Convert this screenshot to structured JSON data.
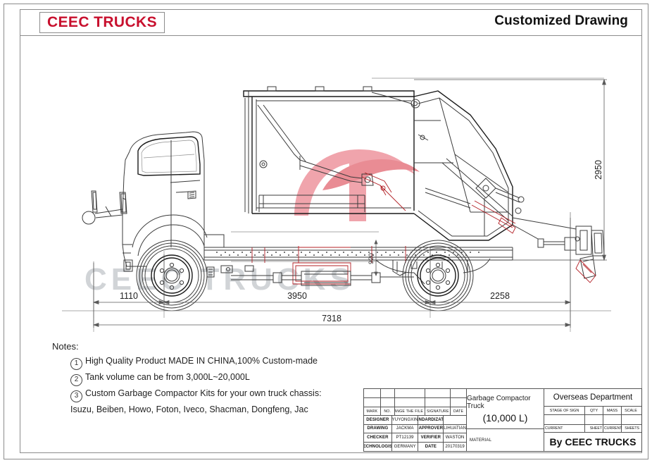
{
  "header": {
    "brand": "CEEC TRUCKS",
    "document_type": "Customized Drawing"
  },
  "watermark": {
    "text": "CEEC TRUCKS",
    "logo_color": "#f0a0a8",
    "text_color": "#c9cdd1"
  },
  "drawing": {
    "subject": "Garbage Compactor Truck side elevation",
    "dimensions": {
      "front_overhang": "1110",
      "wheelbase": "3950",
      "rear_overhang": "2258",
      "overall_length": "7318",
      "overall_height": "2950",
      "chassis_height": "920"
    }
  },
  "notes": {
    "title": "Notes:",
    "items": [
      {
        "num": "1",
        "text": "High Quality Product MADE IN CHINA,100% Custom-made"
      },
      {
        "num": "2",
        "text": "Tank volume can be from 3,000L~20,000L"
      },
      {
        "num": "3",
        "text": "Custom Garbage Compactor Kits for your own truck chassis:"
      }
    ],
    "continuation": "Isuzu, Beiben, Howo, Foton, Iveco, Shacman, Dongfeng, Jac"
  },
  "title_block": {
    "revision_headers": [
      "MARK",
      "NO.",
      "CHANGE THE FILE NO.",
      "SIGNATURE",
      "DATE"
    ],
    "signature_rows": [
      {
        "label": "DESIGNER",
        "value": "YUYONGXIN",
        "label2": "STANDARDIZATION",
        "value2": ""
      },
      {
        "label": "DRAWING",
        "value": "JACKMA",
        "label2": "APPROVER",
        "value2": "LIHUATIAN"
      },
      {
        "label": "CHECKER",
        "value": "PT12139",
        "label2": "VERIFIER",
        "value2": "WASTON"
      },
      {
        "label": "TECHNOLOGIST",
        "value": "GERMANY",
        "label2": "DATE",
        "value2": "20170319"
      }
    ],
    "product_name": "Garbage Compactor Truck",
    "product_volume": "(10,000 L)",
    "material_label": "MATERIAL",
    "department": "Overseas Department",
    "spec_headers": [
      "STAGE OF SIGN",
      "QTY",
      "MASS",
      "SCALE"
    ],
    "sheet_labels": [
      "CURRENT",
      "SHEET",
      "CURRENT",
      "SHEETS"
    ],
    "footer": "By CEEC TRUCKS"
  }
}
